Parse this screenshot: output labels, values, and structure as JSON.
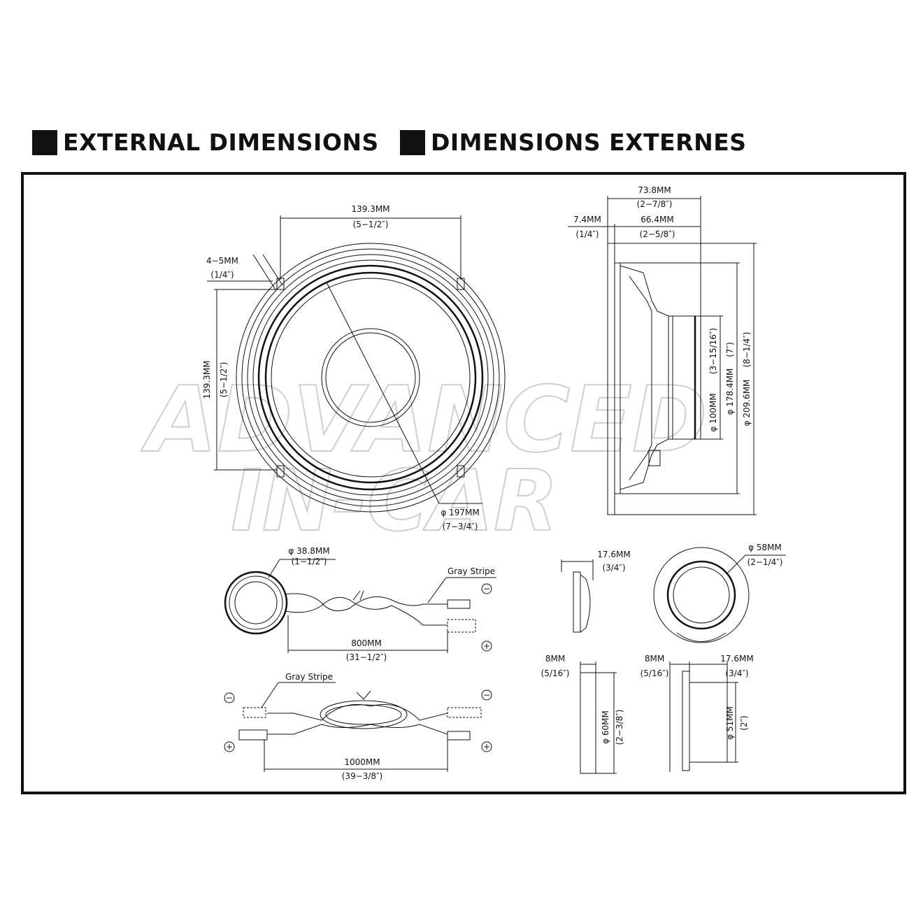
{
  "headings": {
    "english": "EXTERNAL DIMENSIONS",
    "french": "DIMENSIONS EXTERNES"
  },
  "watermark": {
    "line1": "ADVANCED",
    "line2": "IN-CAR"
  },
  "woofer_front": {
    "hole_spacing_horizontal": "139.3MM",
    "hole_spacing_horizontal_in": "(5−1/2″)",
    "hole_spacing_vertical": "139.3MM",
    "hole_spacing_vertical_in": "(5−1/2″)",
    "mount_hole": "4−5MM",
    "mount_hole_in": "(1/4″)",
    "diameter": "φ 197MM",
    "diameter_in": "(7−3/4″)"
  },
  "woofer_side": {
    "depth_total": "73.8MM",
    "depth_total_in": "(2−7/8″)",
    "flange": "7.4MM",
    "flange_in": "(1/4″)",
    "depth_mount": "66.4MM",
    "depth_mount_in": "(2−5/8″)",
    "magnet_dia": "φ 100MM",
    "magnet_dia_in": "(3−15/16″)",
    "cutout_dia": "φ 178.4MM",
    "cutout_dia_in": "(7″)",
    "outer_dia": "φ 209.6MM",
    "outer_dia_in": "(8−1/4″)"
  },
  "tweeter_wire": {
    "dome_dia": "φ 38.8MM",
    "dome_dia_in": "(1−1/2″)",
    "stripe_label": "Gray Stripe",
    "length": "800MM",
    "length_in": "(31−1/2″)",
    "minus": "−",
    "plus": "+"
  },
  "woofer_wire": {
    "stripe_label": "Gray Stripe",
    "length": "1000MM",
    "length_in": "(39−3/8″)",
    "minus": "−",
    "plus": "+"
  },
  "tweeter_side": {
    "depth": "17.6MM",
    "depth_in": "(3/4″)"
  },
  "tweeter_front": {
    "diameter": "φ 58MM",
    "diameter_in": "(2−1/4″)"
  },
  "tweeter_cup_side": {
    "flange": "8MM",
    "flange_in": "(5/16″)",
    "diameter": "φ 60MM",
    "diameter_in": "(2−3/8″)"
  },
  "tweeter_flush": {
    "flange": "8MM",
    "flange_in": "(5/16″)",
    "depth": "17.6MM",
    "depth_in": "(3/4″)",
    "diameter": "φ 51MM",
    "diameter_in": "(2″)"
  }
}
